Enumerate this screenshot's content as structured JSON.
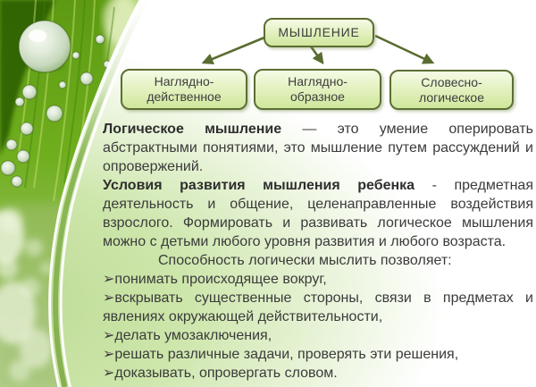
{
  "slide": {
    "diagram": {
      "root_label": "МЫШЛЕНИЕ",
      "boxes": [
        {
          "line1": "Наглядно-",
          "line2": "действенное"
        },
        {
          "line1": "Наглядно-",
          "line2": "образное"
        },
        {
          "line1": "Словесно-",
          "line2": "логическое"
        }
      ]
    },
    "body": {
      "p1_bold": "Логическое мышление",
      "p1_rest": " — это умение оперировать абстрактными понятиями, это мышление путем рассуждений и опровержений.",
      "p2_bold": "Условия развития мышления ребенка",
      "p2_rest": " - предметная деятельность и общение, целенаправленные воздействия взрослого. Формировать и развивать логическое мышления можно с детьми любого уровня развития и любого возраста.",
      "lead_in": "Способность логически мыслить позволяет:",
      "bullet_char": "➢",
      "bullets": [
        "понимать происходящее вокруг,",
        "вскрывать существенные стороны, связи в предметах и явлениях окружающей действительности,",
        "делать умозаключения,",
        "решать различные задачи, проверять эти решения,",
        "доказывать, опровергать словом."
      ]
    },
    "colors": {
      "box_border": "#5c6e33",
      "box_fill_top": "#f5fbe6",
      "box_fill_bottom": "#cfe79c",
      "arrow": "#5a6c2f",
      "body_text": "#3b3b3b",
      "left_tint": "#cde6ab",
      "leaf_green": "#6fae1d"
    }
  }
}
